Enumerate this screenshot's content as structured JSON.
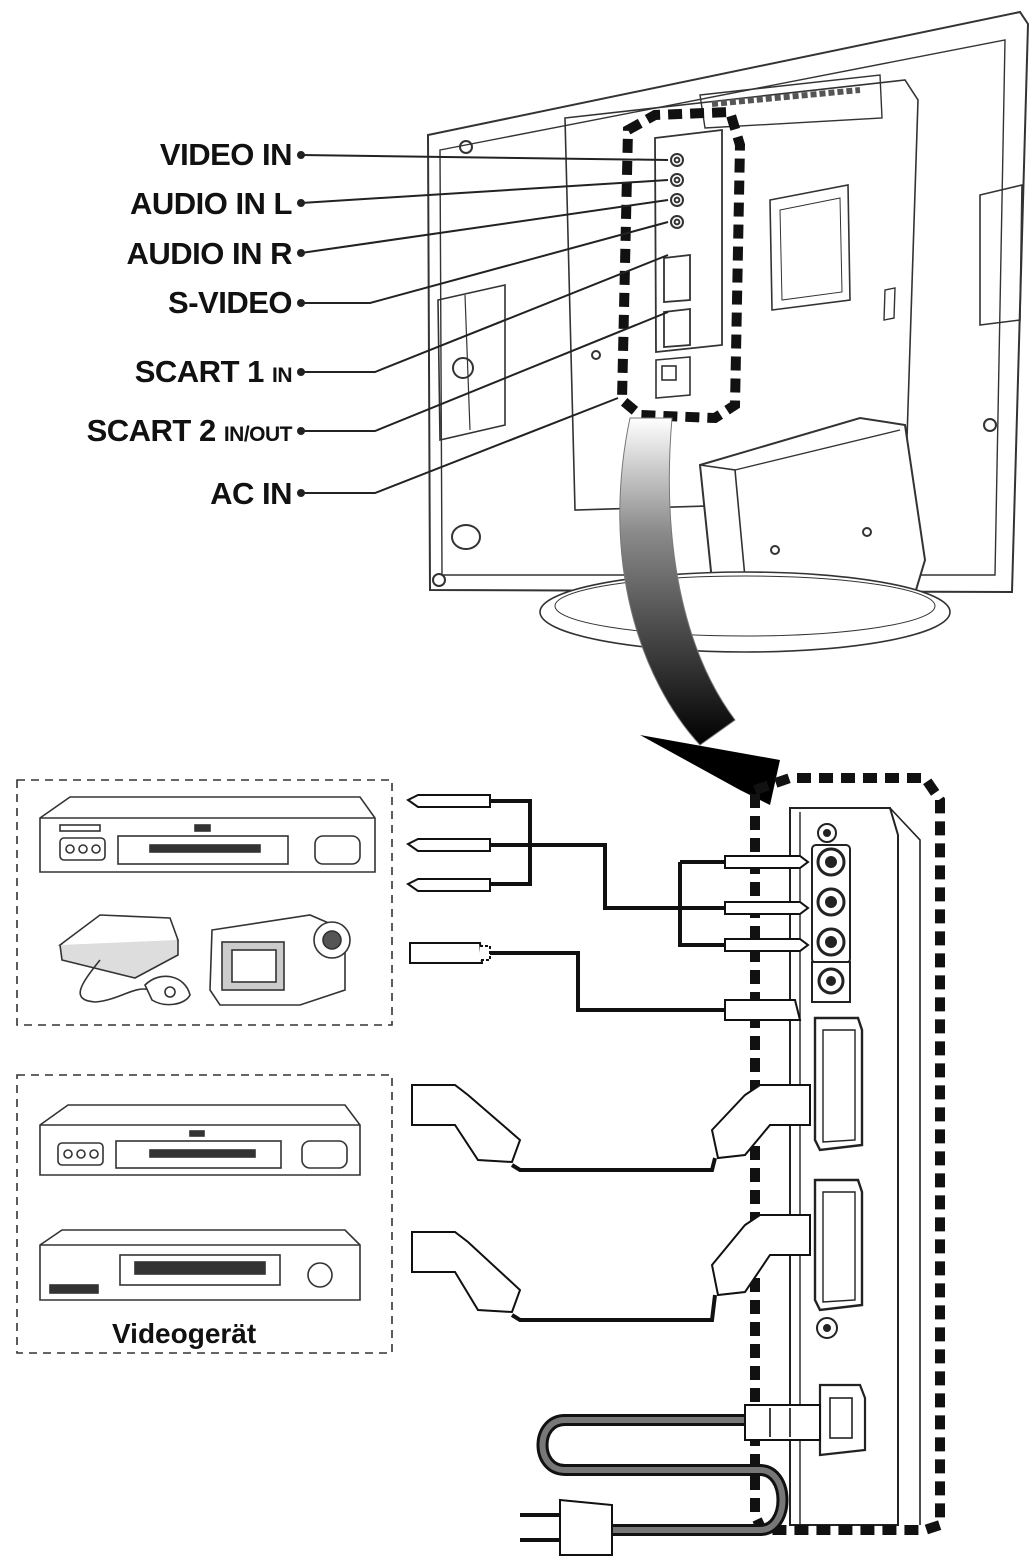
{
  "labels": {
    "video_in": "VIDEO IN",
    "audio_in_l": "AUDIO IN L",
    "audio_in_r": "AUDIO IN R",
    "s_video": "S-VIDEO",
    "scart1_main": "SCART 1",
    "scart1_sub": "IN",
    "scart2_main": "SCART 2",
    "scart2_sub": "IN/OUT",
    "ac_in": "AC IN"
  },
  "caption": "Videogerät",
  "colors": {
    "ink": "#111111",
    "line": "#1a1a1a",
    "shade": "#9a9a9a"
  }
}
